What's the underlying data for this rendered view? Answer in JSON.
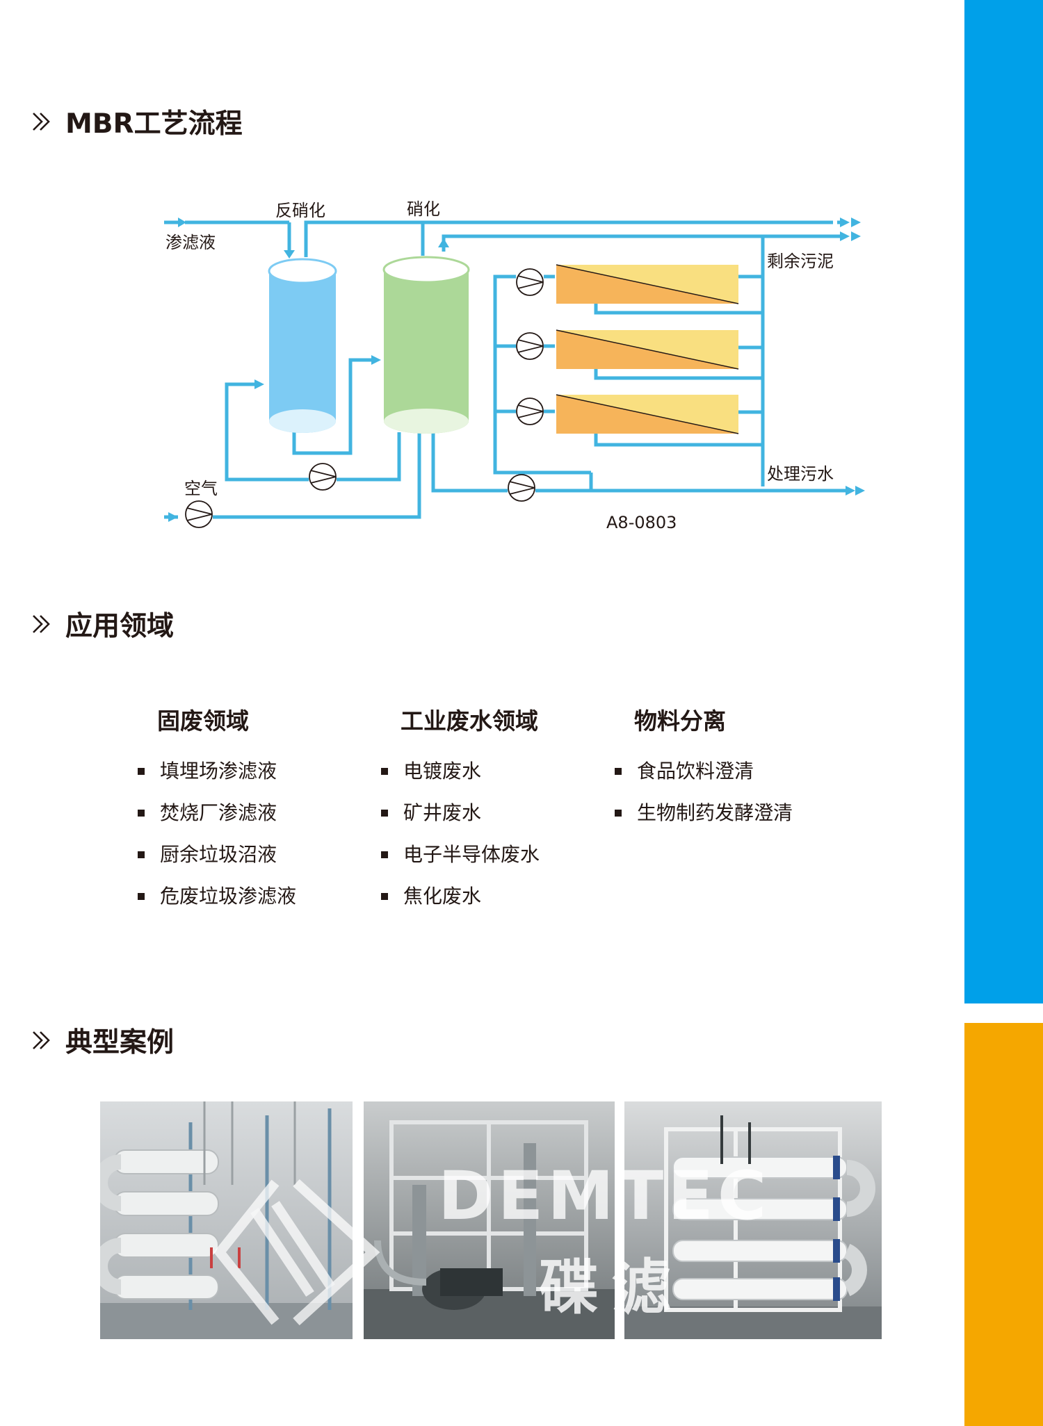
{
  "sections": {
    "process": "MBR工艺流程",
    "applications": "应用领域",
    "cases": "典型案例"
  },
  "diagram": {
    "labels": {
      "inlet": "渗滤液",
      "denitrification": "反硝化",
      "nitrification": "硝化",
      "sludge": "剩余污泥",
      "air": "空气",
      "treated": "处理污水",
      "code": "A8-0803"
    },
    "colors": {
      "pipe": "#41b4e0",
      "denitrification_tank": "#7dcbf3",
      "nitrification_tank": "#acd898",
      "membrane": "#f6b45a",
      "membrane_light": "#f9df80"
    }
  },
  "applications": [
    {
      "title": "固废领域",
      "items": [
        "填埋场渗滤液",
        "焚烧厂渗滤液",
        "厨余垃圾沼液",
        "危废垃圾渗滤液"
      ]
    },
    {
      "title": "工业废水领域",
      "items": [
        "电镀废水",
        "矿井废水",
        "电子半导体废水",
        "焦化废水"
      ]
    },
    {
      "title": "物料分离",
      "items": [
        "食品饮料澄清",
        "生物制药发酵澄清"
      ]
    }
  ],
  "watermark": {
    "latin": "DEMTEC",
    "chinese": "碟滤"
  },
  "colors": {
    "side_blue": "#00a0e9",
    "side_orange": "#f5a700"
  }
}
